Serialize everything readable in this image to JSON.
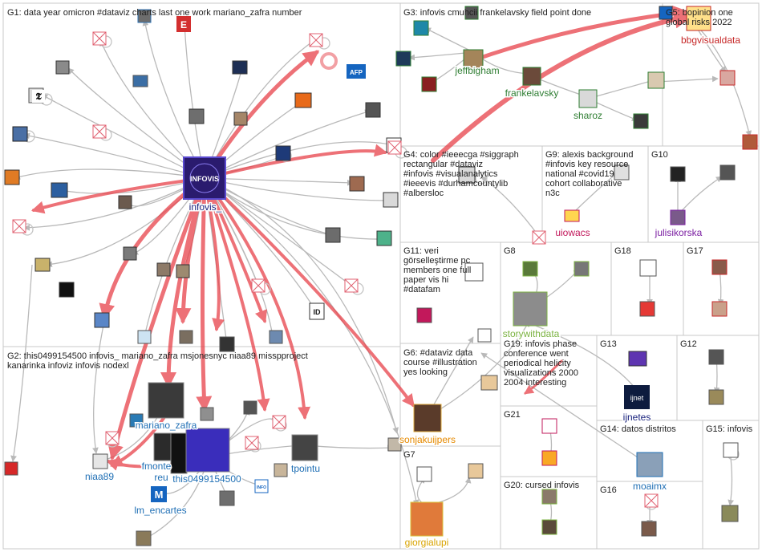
{
  "colors": {
    "edge_gray": "#b9b9b9",
    "edge_red": "#e8424a",
    "panel_border": "#c8c8c8",
    "blue_label": "#1f6fb5",
    "green_label": "#2e7d32",
    "red_label": "#c62828",
    "orange_label": "#e68a00",
    "olive_label": "#7cb342",
    "purple_label": "#7b1fa2",
    "navy_label": "#1a237e"
  },
  "groups": [
    {
      "id": "G1",
      "text": "G1: data year omicron #dataviz charts last one work mariano_zafra number"
    },
    {
      "id": "G2",
      "text": "G2: this0499154500 infovis_ mariano_zafra msjonesnyc niaa89 misspproject kanarinka infoviz infovis nodexl"
    },
    {
      "id": "G3",
      "text": "G3: infovis cmuhcii frankelavsky field point done"
    },
    {
      "id": "G4",
      "text": "G4: color #ieeecga #siggraph rectangular #dataviz #infovis #visualanalytics #ieeevis #durhamcountylib #albersloc"
    },
    {
      "id": "G5",
      "text": "G5: bopinion one global risks 2022"
    },
    {
      "id": "G6",
      "text": "G6: #dataviz data course #illustration yes looking"
    },
    {
      "id": "G7",
      "text": "G7"
    },
    {
      "id": "G8",
      "text": "G8"
    },
    {
      "id": "G9",
      "text": "G9: alexis background #infovis key resource national #covid19 cohort collaborative n3c"
    },
    {
      "id": "G10",
      "text": "G10"
    },
    {
      "id": "G11",
      "text": "G11: veri görselleştirme pc members one full paper vis hi #datafam"
    },
    {
      "id": "G12",
      "text": "G12"
    },
    {
      "id": "G13",
      "text": "G13"
    },
    {
      "id": "G14",
      "text": "G14: datos distritos"
    },
    {
      "id": "G15",
      "text": "G15: infovis"
    },
    {
      "id": "G16",
      "text": "G16"
    },
    {
      "id": "G17",
      "text": "G17"
    },
    {
      "id": "G18",
      "text": "G18"
    },
    {
      "id": "G19",
      "text": "G19: infovis phase conference went periodical helicity visualizations 2000 2004 interesting"
    },
    {
      "id": "G20",
      "text": "G20: cursed infovis"
    },
    {
      "id": "G21",
      "text": "G21"
    }
  ],
  "node_labels": [
    {
      "id": "infovis",
      "text": "infovis_"
    },
    {
      "id": "jeffbigham",
      "text": "jeffbigham"
    },
    {
      "id": "frankelavsky",
      "text": "frankelavsky"
    },
    {
      "id": "sharoz",
      "text": "sharoz"
    },
    {
      "id": "bbgvisualdata",
      "text": "bbgvisualdata"
    },
    {
      "id": "uiowacs",
      "text": "uiowacs"
    },
    {
      "id": "julisikorska",
      "text": "julisikorska"
    },
    {
      "id": "storywithdata",
      "text": "storywithdata"
    },
    {
      "id": "sonjakuijpers",
      "text": "sonjakuijpers"
    },
    {
      "id": "giorgialupi",
      "text": "giorgialupi"
    },
    {
      "id": "ijnetes",
      "text": "ijnetes"
    },
    {
      "id": "moaimx",
      "text": "moaimx"
    },
    {
      "id": "mariano_zafra",
      "text": "mariano_zafra"
    },
    {
      "id": "fmonte",
      "text": "fmonte"
    },
    {
      "id": "reu",
      "text": "reu"
    },
    {
      "id": "this0499154500",
      "text": "this0499154500"
    },
    {
      "id": "niaa89",
      "text": "niaa89"
    },
    {
      "id": "tpointu",
      "text": "tpointu"
    },
    {
      "id": "lm_encartes",
      "text": "lm_encartes"
    }
  ],
  "badges": [
    {
      "id": "infovis_logo",
      "text": "INFOVIS"
    },
    {
      "id": "afp",
      "text": "AFP"
    },
    {
      "id": "e_logo",
      "text": "E"
    },
    {
      "id": "id_logo",
      "text": "ID"
    },
    {
      "id": "m_logo",
      "text": "M"
    },
    {
      "id": "ijnet_logo",
      "text": "ijnet"
    },
    {
      "id": "info_logo",
      "text": "INFO"
    }
  ]
}
